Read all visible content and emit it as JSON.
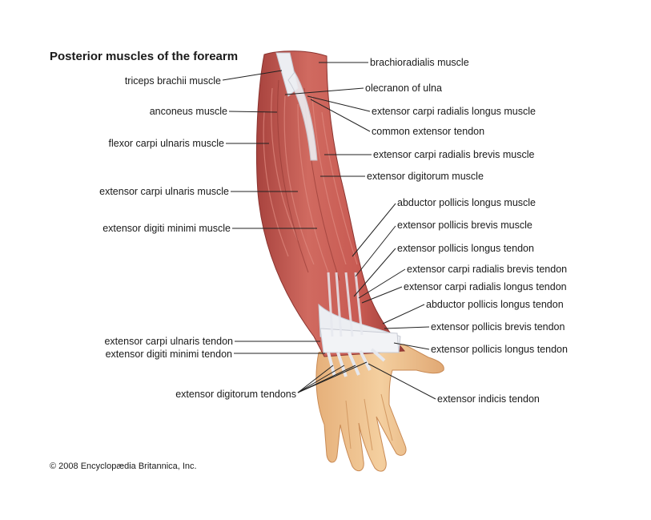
{
  "title": "Posterior muscles of the forearm",
  "copyright": "© 2008 Encyclopædia Britannica, Inc.",
  "colors": {
    "muscle": "#c95a52",
    "muscle_dark": "#9e3e3a",
    "muscle_light": "#e08a80",
    "tendon": "#eceef2",
    "tendon_shade": "#c8cbd4",
    "skin": "#f0c795",
    "skin_shade": "#d8a06a",
    "leader": "#222222"
  },
  "labels": {
    "left": {
      "triceps_brachii_muscle": "triceps brachii muscle",
      "anconeus_muscle": "anconeus muscle",
      "flexor_carpi_ulnaris_muscle": "flexor carpi ulnaris muscle",
      "extensor_carpi_ulnaris_muscle": "extensor carpi ulnaris muscle",
      "extensor_digiti_minimi_muscle": "extensor digiti minimi muscle",
      "extensor_carpi_ulnaris_tendon": "extensor carpi ulnaris tendon",
      "extensor_digiti_minimi_tendon": "extensor digiti minimi tendon",
      "extensor_digitorum_tendons": "extensor digitorum tendons"
    },
    "right": {
      "brachioradialis_muscle": "brachioradialis muscle",
      "olecranon_of_ulna": "olecranon of ulna",
      "extensor_carpi_radialis_longus_muscle": "extensor carpi radialis longus muscle",
      "common_extensor_tendon": "common extensor tendon",
      "extensor_carpi_radialis_brevis_muscle": "extensor carpi radialis brevis muscle",
      "extensor_digitorum_muscle": "extensor digitorum muscle",
      "abductor_pollicis_longus_muscle": "abductor pollicis longus muscle",
      "extensor_pollicis_brevis_muscle": "extensor pollicis brevis muscle",
      "extensor_pollicis_longus_tendon": "extensor pollicis longus tendon",
      "extensor_carpi_radialis_brevis_tendon": "extensor carpi radialis brevis tendon",
      "extensor_carpi_radialis_longus_tendon": "extensor carpi radialis longus tendon",
      "abductor_pollicis_longus_tendon": "abductor pollicis longus tendon",
      "extensor_pollicis_brevis_tendon": "extensor pollicis brevis tendon",
      "extensor_pollicis_longus_tendon_2": "extensor pollicis longus tendon",
      "extensor_indicis_tendon": "extensor indicis tendon"
    }
  }
}
